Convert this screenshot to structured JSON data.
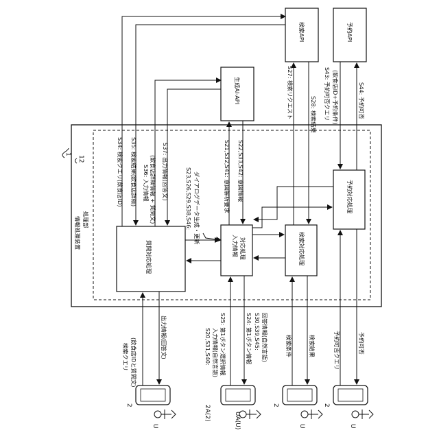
{
  "apparatus": {
    "label": "情報処理装置",
    "ref": "1"
  },
  "processing_unit": {
    "label": "処理部",
    "ref": "12"
  },
  "boxes": {
    "question": "質問対応処理",
    "input": "入力情報\n対応処理",
    "search": "検索対応処理",
    "reserve": "予約対応処理",
    "gen_ai": "生成AI-API",
    "search_api": "検索API",
    "reserve_api": "予約API"
  },
  "labels": {
    "s34": "S34: 検索クエリ(飲食店ID)",
    "s35": "S35: 検索結果(飲食店詳細)",
    "s36": "S36: 入力情報\n(飲食店詳細情報 + 質問文)",
    "s37": "S37: 出力情報(回答文)",
    "s23": "S23,S26,S29,S38,S46:\nダイアログデータ生成・更新",
    "s21": "S21,S32,S41: 意図解析要求",
    "s22": "S22,S33,S42: 意図情報",
    "s27": "S27: 検索リクエスト",
    "s28": "S28: 検索結果",
    "s43": "S43: 予約可否クエリ\n(飲食店ID+予約条件)",
    "s44": "S44: 予約可否",
    "u1_query": "検索クエリ\n(飲食店IDと質問文)",
    "u1_output": "出力情報(回答文)",
    "u2_input": "S20,S31,S40:\n入力情報(自然言語)",
    "u2_btn1": "S25: 第1ボタン選択情報",
    "u2_btn2": "S24: 第1ボタン情報",
    "u2_answer": "S30,S39,S45:\n回答情報(自然言語)",
    "u3_cond": "検索条件",
    "u3_result": "検索結果",
    "u4_query": "予約可否クエリ",
    "u4_result": "予約可否"
  },
  "terminals": [
    {
      "ref": "2",
      "user": "U"
    },
    {
      "ref": "2A(2)",
      "user": "UA(U)"
    },
    {
      "ref": "2",
      "user": "U"
    },
    {
      "ref": "2",
      "user": "U"
    }
  ]
}
